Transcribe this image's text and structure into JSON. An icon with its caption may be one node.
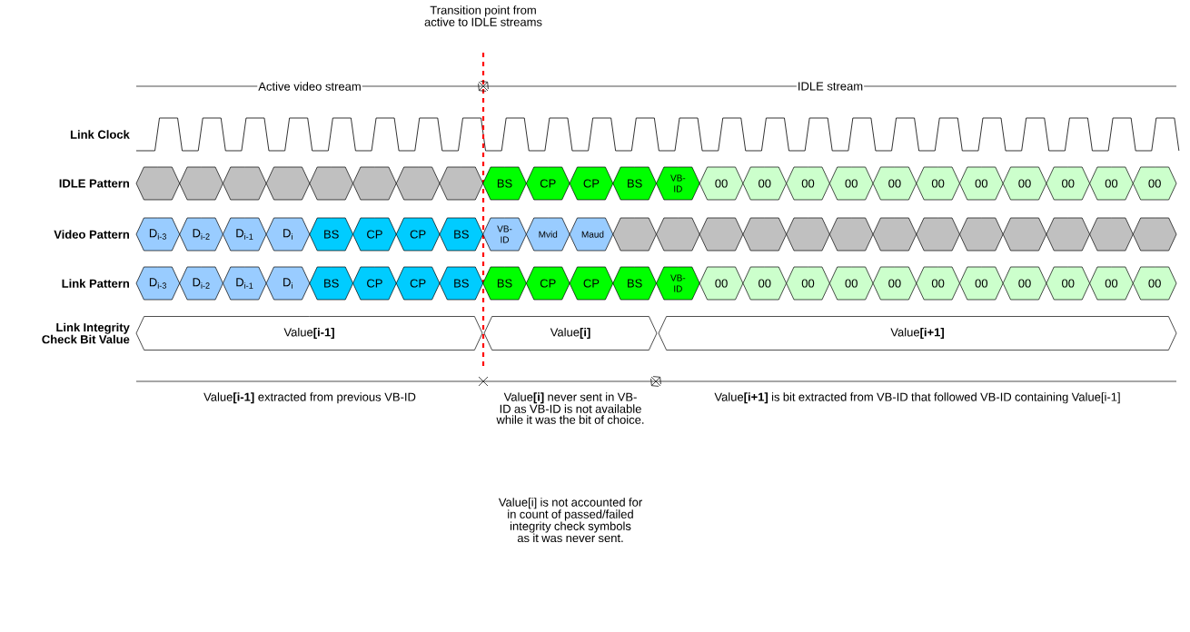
{
  "diagram": {
    "nodes": [
      {
        "text": [],
        "shape": "hexagon"
      },
      {
        "text": [],
        "shape": "hexagon"
      },
      {
        "text": [],
        "shape": "hexagon"
      },
      {
        "text": [],
        "shape": "hexagon"
      },
      {
        "text": [],
        "shape": "hexagon"
      },
      {
        "text": [],
        "shape": "hexagon"
      },
      {
        "text": [],
        "shape": "hexagon"
      },
      {
        "text": [],
        "shape": "hexagon"
      },
      {
        "text": [
          "BS"
        ]
      },
      {
        "text": [
          "CP"
        ]
      },
      {
        "text": [
          "CP"
        ]
      },
      {
        "text": [
          "BS"
        ]
      },
      {
        "text": [
          "VB-ID"
        ]
      },
      {
        "text": [
          "00"
        ]
      },
      {
        "text": [
          "00"
        ]
      },
      {
        "text": [
          "00"
        ]
      },
      {
        "text": [
          "00"
        ]
      },
      {
        "text": [
          "00"
        ]
      },
      {
        "text": [
          "00"
        ]
      },
      {
        "text": [
          "00"
        ]
      },
      {
        "text": [
          "00"
        ]
      },
      {
        "text": [
          "00"
        ]
      },
      {
        "text": [
          "00"
        ]
      },
      {
        "text": [
          "00"
        ]
      },
      {
        "text": [
          "D$_{i-3}$"
        ]
      },
      {
        "text": [
          "D$_{i-2}$"
        ]
      },
      {
        "text": [
          "D$_{i-1}$"
        ]
      },
      {
        "text": [
          "D$_{i}$"
        ]
      },
      {
        "text": [
          "BS"
        ]
      },
      {
        "text": [
          "CP"
        ]
      },
      {
        "text": [
          "CP"
        ]
      },
      {
        "text": [
          "BS"
        ]
      },
      {
        "text": [
          "VB-ID"
        ]
      },
      {
        "text": [
          "Mvid"
        ]
      },
      {
        "text": [
          "Maud"
        ]
      },
      {
        "text": [],
        "shape": "hexagon"
      },
      {
        "text": [],
        "shape": "hexagon"
      },
      {
        "text": [],
        "shape": "hexagon"
      },
      {
        "text": [],
        "shape": "hexagon"
      },
      {
        "text": [],
        "shape": "hexagon"
      },
      {
        "text": [],
        "shape": "hexagon"
      },
      {
        "text": [],
        "shape": "hexagon"
      },
      {
        "text": [],
        "shape": "hexagon"
      },
      {
        "text": [],
        "shape": "hexagon"
      },
      {
        "text": [],
        "shape": "hexagon"
      },
      {
        "text": [],
        "shape": "hexagon"
      },
      {
        "text": [],
        "shape": "hexagon"
      },
      {
        "text": [],
        "shape": "hexagon"
      },
      {
        "text": [
          "D$_{i-3}$"
        ]
      },
      {
        "text": [
          "D$_{i-2}$"
        ]
      },
      {
        "text": [
          "D$_{i-1}$"
        ]
      },
      {
        "text": [
          "D$_{i}$"
        ]
      },
      {
        "text": [
          "BS"
        ]
      },
      {
        "text": [
          "CP"
        ]
      },
      {
        "text": [
          "CP"
        ]
      },
      {
        "text": [
          "BS"
        ]
      },
      {
        "text": [
          "BS"
        ]
      },
      {
        "text": [
          "CP"
        ]
      },
      {
        "text": [
          "CP"
        ]
      },
      {
        "text": [
          "BS"
        ]
      },
      {
        "text": [
          "VB-ID"
        ]
      },
      {
        "text": [
          "00"
        ]
      },
      {
        "text": [
          "00"
        ]
      },
      {
        "text": [
          "00"
        ]
      },
      {
        "text": [
          "00"
        ]
      },
      {
        "text": [
          "00"
        ]
      },
      {
        "text": [
          "00"
        ]
      },
      {
        "text": [
          "00"
        ]
      },
      {
        "text": [
          "00"
        ]
      },
      {
        "text": [
          "00"
        ]
      },
      {
        "text": [
          "00"
        ]
      },
      {
        "text": [
          "00"
        ]
      },
      {
        "text": [
          "Value**[i-1]**"
        ]
      },
      {
        "text": [
          "Value**[i]**"
        ]
      },
      {
        "text": [
          "Value**[i+1]**"
        ]
      }
    ],
    "labels": [
      "Transition point from active to IDLE streams",
      "Active video stream",
      "IDLE stream",
      "Link Clock",
      "IDLE Pattern",
      "Video Pattern",
      "Link Pattern",
      "Link Integrity Check Bit Value",
      "Value**[i-1]** extracted from previous VB-ID",
      "Value**[i]** never sent in VB-ID as VB-ID is not available while it was the bit of choice.",
      "Value[i] is not accounted for in count of passed/failed integrity check symbols as it was never sent.",
      "Value**[i+1]** is bit extracted from VB-ID that followed VB-ID containing Value[i-1]"
    ]
  }
}
